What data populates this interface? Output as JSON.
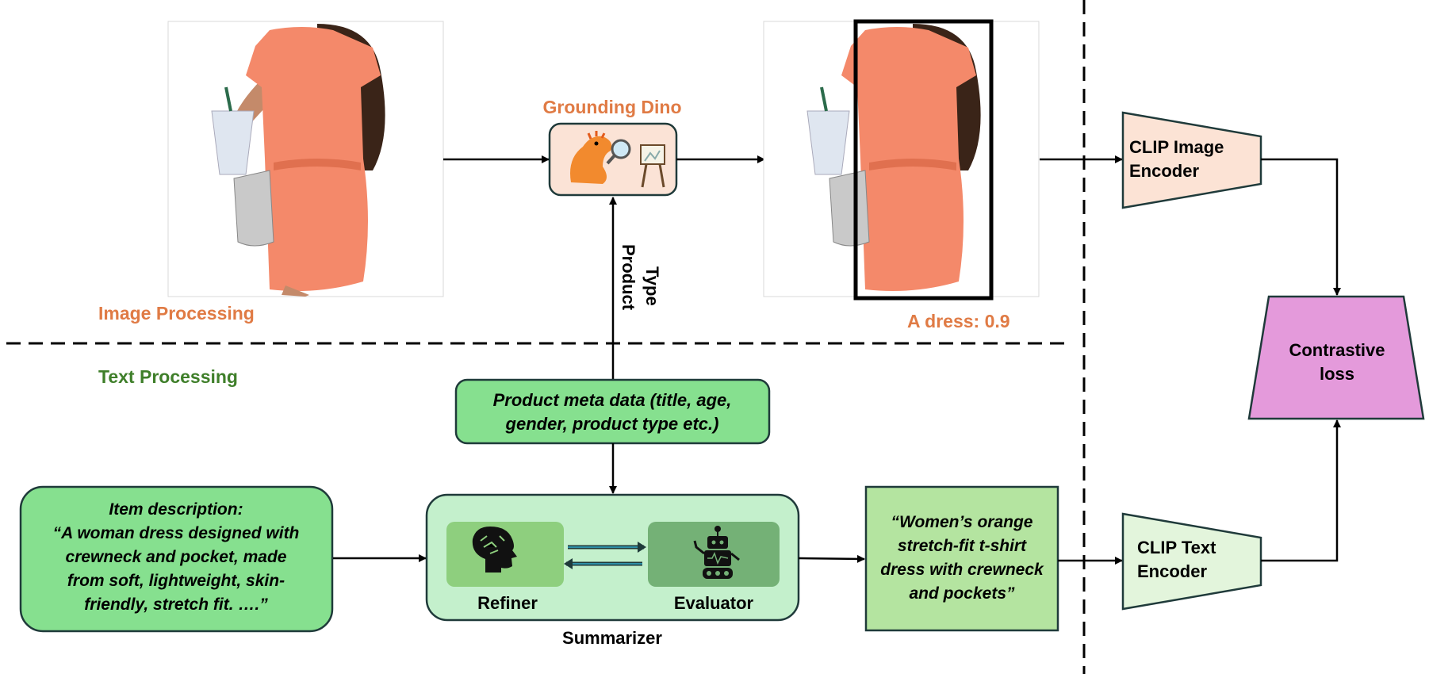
{
  "sections": {
    "image_processing": "Image Processing",
    "text_processing": "Text Processing"
  },
  "grounding": {
    "title": "Grounding Dino",
    "detection_label": "A dress: 0.9"
  },
  "product_type": {
    "line1": "Product",
    "line2": "Type"
  },
  "meta": {
    "line1": "Product meta data (title, age,",
    "line2": "gender, product type etc.)"
  },
  "item_description": {
    "line1": "Item description:",
    "line2": "“A woman dress designed with",
    "line3": "crewneck and pocket, made",
    "line4": "from soft, lightweight, skin-",
    "line5": "friendly, stretch fit.  ….”"
  },
  "summarizer": {
    "title": "Summarizer",
    "refiner": "Refiner",
    "evaluator": "Evaluator"
  },
  "summary": {
    "line1": "“Women’s orange",
    "line2": "stretch-fit t-shirt",
    "line3": "dress with crewneck",
    "line4": "and pockets”"
  },
  "clip_image": {
    "line1": "CLIP Image",
    "line2": "Encoder"
  },
  "clip_text": {
    "line1": "CLIP Text",
    "line2": "Encoder"
  },
  "loss": {
    "line1": "Contrastive",
    "line2": "loss"
  },
  "colors": {
    "orange_text": "#E07B45",
    "green_text": "#3F7F2A",
    "dress": "#F4896A",
    "meta_fill": "#86E08F",
    "summarizer_fill": "#C4F0CC",
    "refiner_fill": "#8ECF7E",
    "evaluator_fill": "#74B176",
    "summary_fill": "#B4E4A0",
    "clip_image_fill": "#FCE3D5",
    "clip_text_fill": "#E3F5DC",
    "loss_fill": "#E49ADB"
  },
  "icons": [
    "dino-magnifier-icon",
    "brain-head-icon",
    "robot-icon",
    "double-arrow-icon"
  ]
}
